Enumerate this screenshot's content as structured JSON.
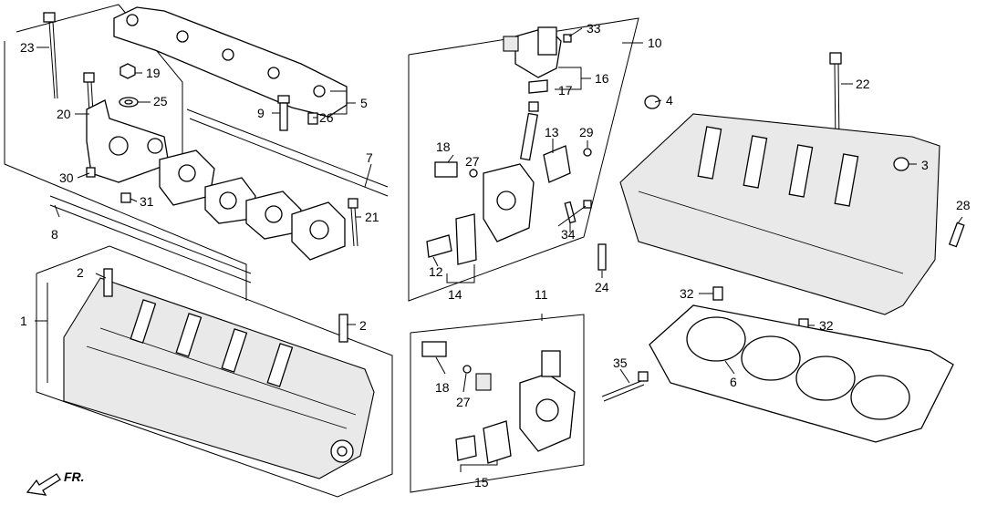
{
  "diagram": {
    "title": "Cylinder Head Exploded Parts Diagram",
    "direction_indicator": {
      "label": "FR.",
      "icon": "arrow-front-icon"
    },
    "callouts": [
      {
        "id": "c1",
        "label": "1"
      },
      {
        "id": "c2a",
        "label": "2"
      },
      {
        "id": "c2b",
        "label": "2"
      },
      {
        "id": "c3",
        "label": "3"
      },
      {
        "id": "c4",
        "label": "4"
      },
      {
        "id": "c5",
        "label": "5"
      },
      {
        "id": "c6",
        "label": "6"
      },
      {
        "id": "c7",
        "label": "7"
      },
      {
        "id": "c8",
        "label": "8"
      },
      {
        "id": "c9",
        "label": "9"
      },
      {
        "id": "c10",
        "label": "10"
      },
      {
        "id": "c11",
        "label": "11"
      },
      {
        "id": "c12",
        "label": "12"
      },
      {
        "id": "c13",
        "label": "13"
      },
      {
        "id": "c14",
        "label": "14"
      },
      {
        "id": "c15",
        "label": "15"
      },
      {
        "id": "c16",
        "label": "16"
      },
      {
        "id": "c17",
        "label": "17"
      },
      {
        "id": "c18a",
        "label": "18"
      },
      {
        "id": "c18b",
        "label": "18"
      },
      {
        "id": "c19",
        "label": "19"
      },
      {
        "id": "c20",
        "label": "20"
      },
      {
        "id": "c21",
        "label": "21"
      },
      {
        "id": "c22",
        "label": "22"
      },
      {
        "id": "c23",
        "label": "23"
      },
      {
        "id": "c24",
        "label": "24"
      },
      {
        "id": "c25",
        "label": "25"
      },
      {
        "id": "c26",
        "label": "26"
      },
      {
        "id": "c27a",
        "label": "27"
      },
      {
        "id": "c27b",
        "label": "27"
      },
      {
        "id": "c28",
        "label": "28"
      },
      {
        "id": "c29",
        "label": "29"
      },
      {
        "id": "c30",
        "label": "30"
      },
      {
        "id": "c31",
        "label": "31"
      },
      {
        "id": "c32a",
        "label": "32"
      },
      {
        "id": "c32b",
        "label": "32"
      },
      {
        "id": "c33",
        "label": "33"
      },
      {
        "id": "c34",
        "label": "34"
      },
      {
        "id": "c35",
        "label": "35"
      }
    ]
  }
}
